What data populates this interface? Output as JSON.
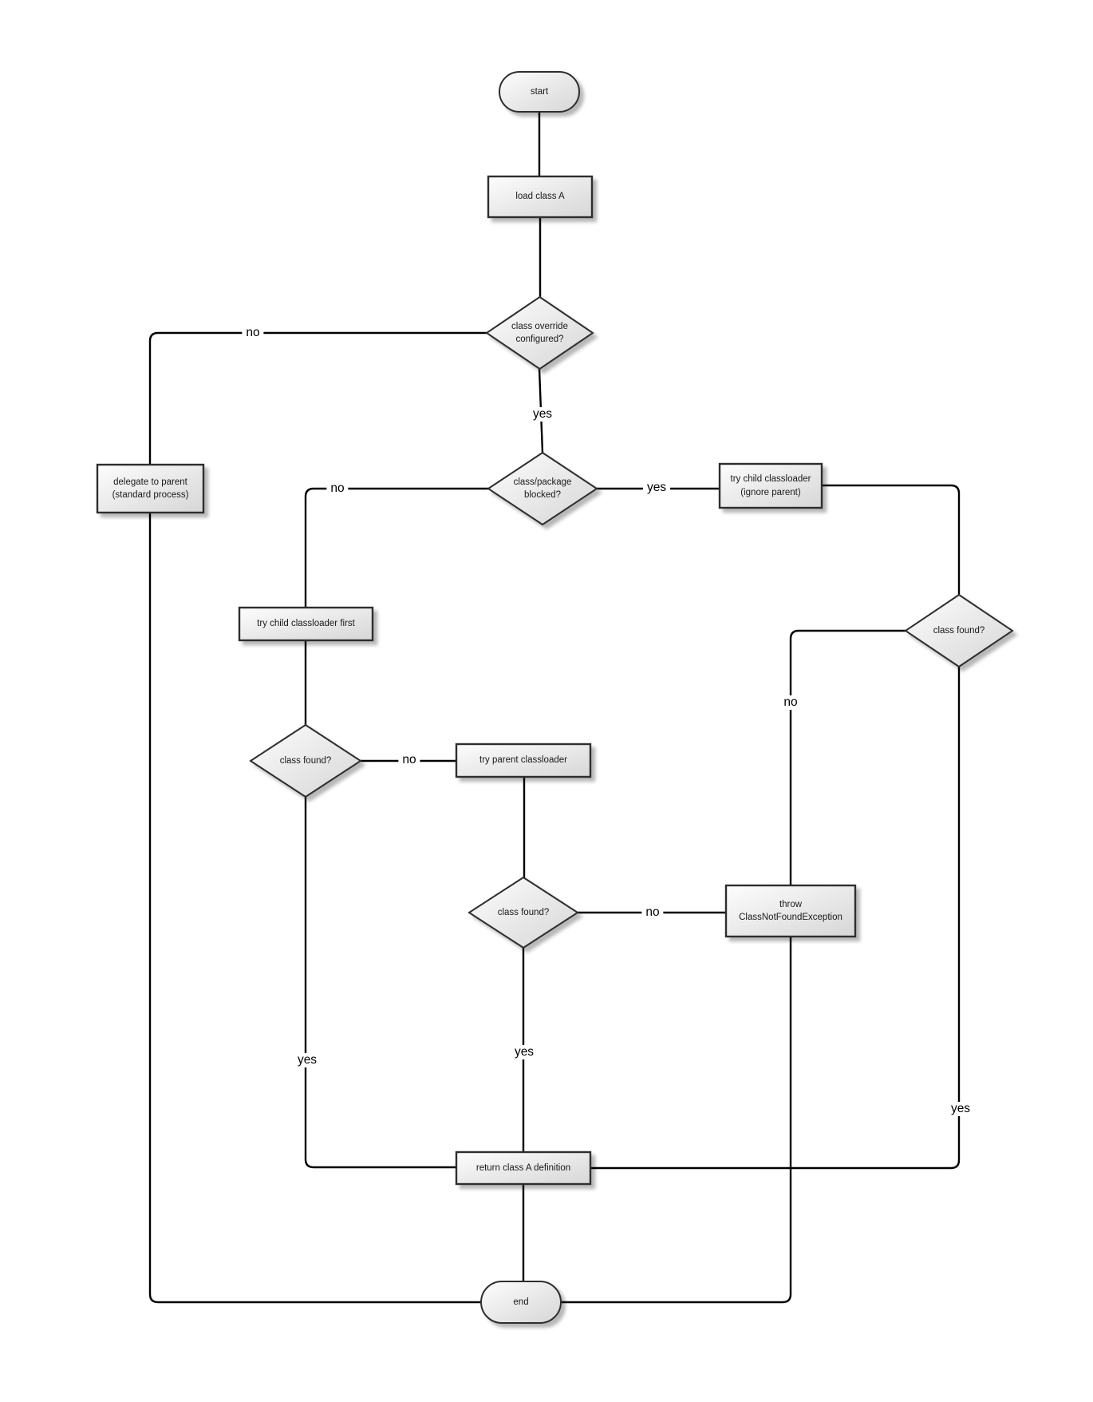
{
  "diagram": {
    "nodes": {
      "start": "start",
      "load_class_a": "load class A",
      "class_override_configured": "class override configured?",
      "delegate_to_parent": "delegate to parent (standard process)",
      "class_package_blocked": "class/package blocked?",
      "try_child_ignore_parent": "try child classloader (ignore parent)",
      "try_child_first": "try child classloader first",
      "class_found_right": "class found?",
      "class_found_left": "class found?",
      "try_parent": "try parent classloader",
      "class_found_middle": "class found?",
      "throw_cnfe": "throw ClassNotFoundException",
      "return_class_a": "return class A definition",
      "end": "end"
    },
    "edge_labels": {
      "override_no": "no",
      "override_yes": "yes",
      "blocked_no": "no",
      "blocked_yes": "yes",
      "right_found_no": "no",
      "right_found_yes": "yes",
      "left_found_no": "no",
      "left_found_yes": "yes",
      "middle_found_no": "no",
      "middle_found_yes": "yes"
    },
    "colors": {
      "node_fill_light": "#fdfdfd",
      "node_fill_dark": "#d6d6d6",
      "node_border": "#2f2f2f",
      "line": "#000000",
      "background": "#ffffff"
    }
  }
}
